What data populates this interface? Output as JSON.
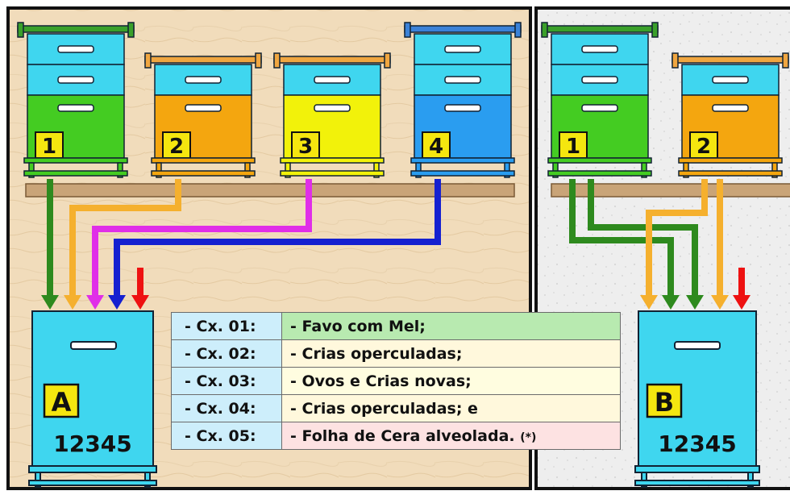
{
  "top_boxes_left": [
    {
      "number": "1",
      "body_color": "#44cc22",
      "frame_color": "#3aa02a"
    },
    {
      "number": "2",
      "body_color": "#f4a60f",
      "frame_color": "#f0a640"
    },
    {
      "number": "3",
      "body_color": "#f2f20a",
      "frame_color": "#f0a640"
    },
    {
      "number": "4",
      "body_color": "#2a9df0",
      "frame_color": "#3b82d8"
    }
  ],
  "top_boxes_right": [
    {
      "number": "1",
      "body_color": "#44cc22",
      "frame_color": "#3aa02a"
    },
    {
      "number": "2",
      "body_color": "#f4a60f",
      "frame_color": "#f0a640"
    }
  ],
  "hive_a": {
    "letter": "A",
    "code": "12345"
  },
  "hive_b": {
    "letter": "B",
    "code": "12345"
  },
  "legend": [
    {
      "box": "- Cx. 01:",
      "content": "- Favo com Mel;",
      "bg": "#b8eab0"
    },
    {
      "box": "- Cx. 02:",
      "content": "- Crias operculadas;",
      "bg": "#fff8dc"
    },
    {
      "box": "- Cx. 03:",
      "content": "- Ovos e Crias novas;",
      "bg": "#fffde0"
    },
    {
      "box": "- Cx. 04:",
      "content": "- Crias operculadas; e",
      "bg": "#fff8dc"
    },
    {
      "box": "- Cx. 05:",
      "content": "- Folha de Cera alveolada.",
      "note": "(*)",
      "bg": "#fde2e2"
    }
  ],
  "colors": {
    "cyan": "#3fd6ef",
    "panel_left": "#f2dfc0",
    "panel_right": "#ececec",
    "shelf": "#c9a478",
    "arrow_green": "#2e8a1e",
    "arrow_orange": "#f5b02e",
    "arrow_magenta": "#e02ee8",
    "arrow_blue": "#1520d0",
    "arrow_red": "#ee1111",
    "label_yellow": "#f5e60f"
  }
}
